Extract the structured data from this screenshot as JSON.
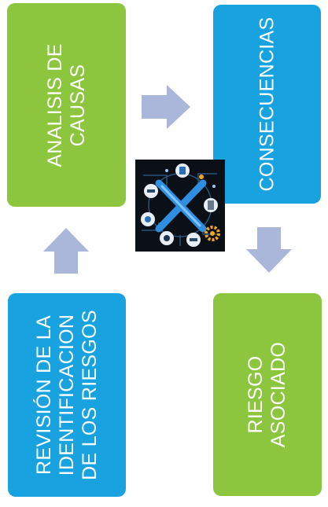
{
  "steps": {
    "analysis": {
      "lines": [
        "ANALISIS DE",
        "CAUSAS"
      ],
      "color": "#8cc63f"
    },
    "consequences": {
      "lines": [
        "CONSECUENCIAS"
      ],
      "color": "#18a3e0"
    },
    "review": {
      "lines": [
        "REVISIÓN DE LA",
        "IDENTIFICACION",
        "DE LOS RIESGOS"
      ],
      "color": "#18a3e0"
    },
    "risk": {
      "lines": [
        "RIESGO",
        "ASOCIADO"
      ],
      "color": "#8cc63f"
    }
  },
  "arrows": {
    "color": "#aab6da"
  },
  "center_image": {
    "icon": "gear-tools-network-icon"
  }
}
